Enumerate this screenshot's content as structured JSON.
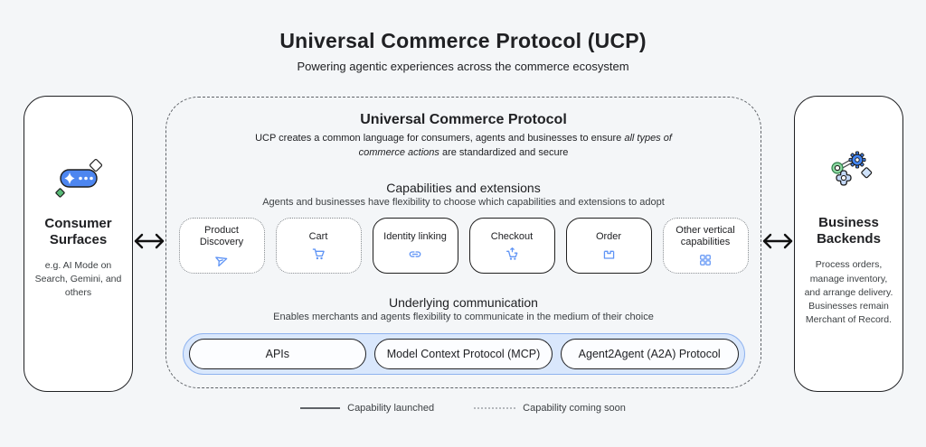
{
  "page": {
    "title": "Universal Commerce Protocol (UCP)",
    "subtitle": "Powering agentic experiences across the commerce ecosystem"
  },
  "consumer_surfaces": {
    "title": "Consumer Surfaces",
    "description": "e.g. AI Mode on Search, Gemini, and others",
    "icon": "ai-chat-pill-icon"
  },
  "business_backends": {
    "title": "Business Backends",
    "description": "Process orders, manage inventory, and arrange delivery. Businesses remain Merchant of Record.",
    "icon": "gears-icon"
  },
  "ucp_panel": {
    "title": "Universal Commerce Protocol",
    "description_prefix": "UCP creates a common language for consumers, agents and businesses to ensure ",
    "description_italic": "all types of commerce actions",
    "description_suffix": " are standardized and secure",
    "capabilities_section": {
      "title": "Capabilities and extensions",
      "subtitle": "Agents and businesses have flexibility to choose which capabilities and extensions to adopt",
      "cards": [
        {
          "label": "Product Discovery",
          "icon": "send-icon",
          "status": "coming-soon"
        },
        {
          "label": "Cart",
          "icon": "cart-icon",
          "status": "coming-soon"
        },
        {
          "label": "Identity linking",
          "icon": "link-icon",
          "status": "launched"
        },
        {
          "label": "Checkout",
          "icon": "cart-checkout-icon",
          "status": "launched"
        },
        {
          "label": "Order",
          "icon": "package-icon",
          "status": "launched"
        },
        {
          "label": "Other vertical capabilities",
          "icon": "grid-icon",
          "status": "coming-soon"
        }
      ]
    },
    "communication_section": {
      "title": "Underlying communication",
      "subtitle": "Enables merchants and agents flexibility to communicate in the medium of their choice",
      "pills": [
        {
          "label": "APIs"
        },
        {
          "label": "Model Context Protocol (MCP)"
        },
        {
          "label": "Agent2Agent (A2A) Protocol"
        }
      ]
    }
  },
  "legend": {
    "launched_label": "Capability launched",
    "coming_soon_label": "Capability coming soon"
  },
  "colors": {
    "icon_blue": "#5f94f5",
    "pill_blue": "#4d86f0",
    "gear_blue": "#4285f4",
    "light_blue_fill": "#c4d9f9",
    "comm_bar_bg": "#d9e7fc",
    "comm_bar_border": "#8fb3ef",
    "green": "#58ba77",
    "ink": "#1f1f1f",
    "page_bg": "#f4f6f8"
  }
}
